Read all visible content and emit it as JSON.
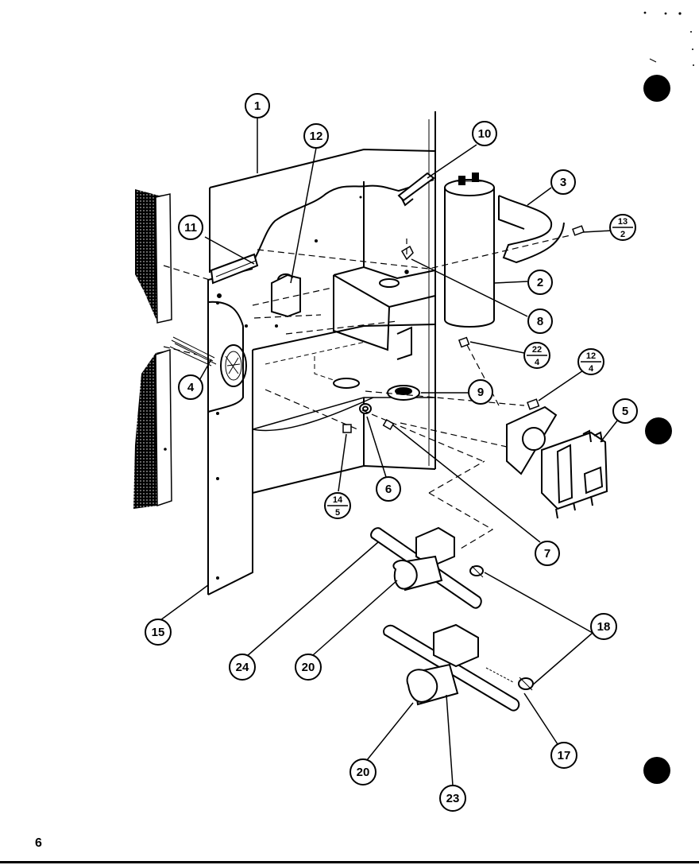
{
  "page": {
    "number": "6",
    "ink_color": "#000000",
    "background_color": "#ffffff"
  },
  "callouts": [
    {
      "id": "c1",
      "label": "1"
    },
    {
      "id": "c12a",
      "label": "12"
    },
    {
      "id": "c10",
      "label": "10"
    },
    {
      "id": "c3",
      "label": "3"
    },
    {
      "id": "c13",
      "num": "13",
      "den": "2"
    },
    {
      "id": "c11",
      "label": "11"
    },
    {
      "id": "c2",
      "label": "2"
    },
    {
      "id": "c8",
      "label": "8"
    },
    {
      "id": "c22",
      "num": "22",
      "den": "4"
    },
    {
      "id": "c12b",
      "num": "12",
      "den": "4"
    },
    {
      "id": "c4",
      "label": "4"
    },
    {
      "id": "c9",
      "label": "9"
    },
    {
      "id": "c5",
      "label": "5"
    },
    {
      "id": "c14",
      "num": "14",
      "den": "5"
    },
    {
      "id": "c6",
      "label": "6"
    },
    {
      "id": "c7",
      "label": "7"
    },
    {
      "id": "c15",
      "label": "15"
    },
    {
      "id": "c18",
      "label": "18"
    },
    {
      "id": "c24",
      "label": "24"
    },
    {
      "id": "c20a",
      "label": "20"
    },
    {
      "id": "c17",
      "label": "17"
    },
    {
      "id": "c20b",
      "label": "20"
    },
    {
      "id": "c23",
      "label": "23"
    }
  ]
}
